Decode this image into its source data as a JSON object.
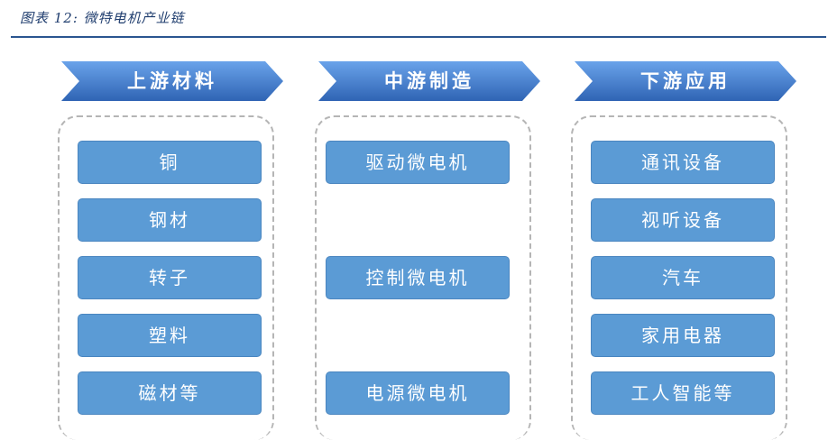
{
  "figure": {
    "title": "图表 12:  微特电机产业链"
  },
  "columns": [
    {
      "header": "上游材料",
      "items": [
        "铜",
        "钢材",
        "转子",
        "塑料",
        "磁材等"
      ]
    },
    {
      "header": "中游制造",
      "items": [
        "驱动微电机",
        "控制微电机",
        "电源微电机"
      ]
    },
    {
      "header": "下游应用",
      "items": [
        "通讯设备",
        "视听设备",
        "汽车",
        "家用电器",
        "工人智能等"
      ]
    }
  ],
  "colors": {
    "chevron_dark": "#2f64b4",
    "chevron_light": "#5b95e3",
    "item_fill": "#5b9bd5",
    "title_text": "#1f3d6e",
    "rule": "#2a5590"
  }
}
